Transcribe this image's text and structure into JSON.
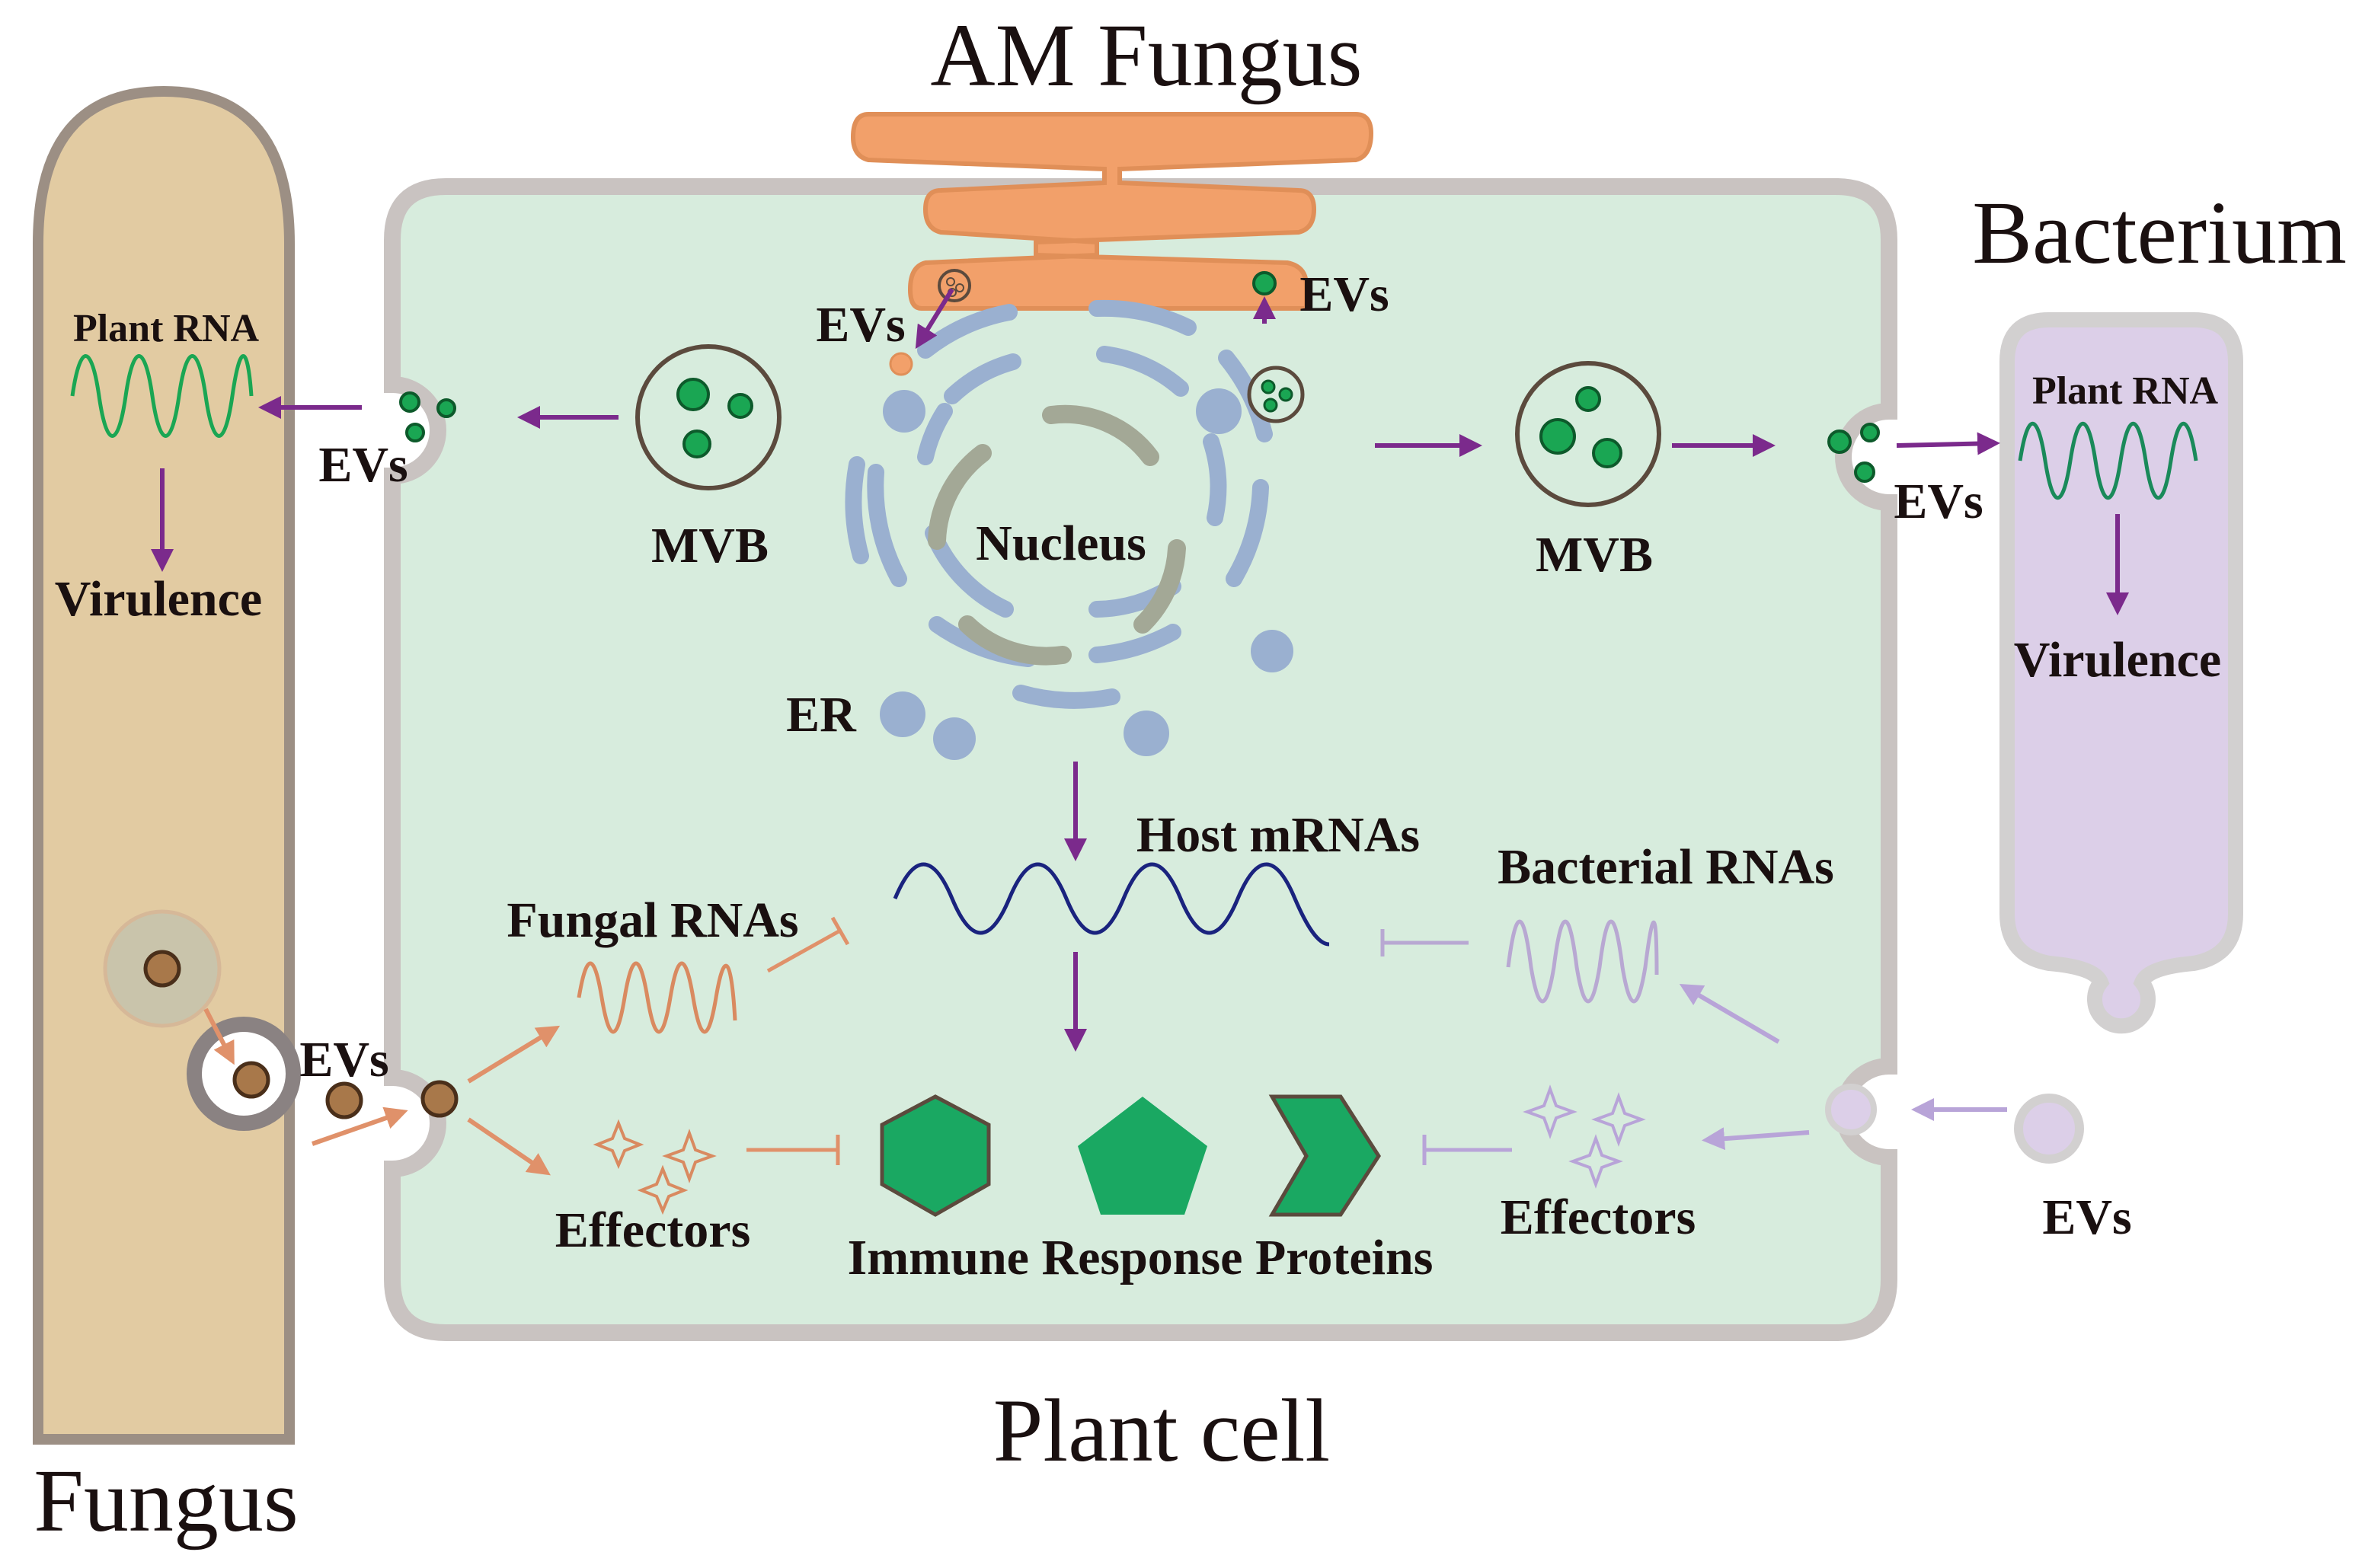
{
  "labels": {
    "am_fungus": "AM Fungus",
    "bacterium": "Bacterium",
    "fungus": "Fungus",
    "plant_cell": "Plant cell",
    "plant_rna_left": "Plant RNA",
    "plant_rna_right": "Plant RNA",
    "virulence_left": "Virulence",
    "virulence_right": "Virulence",
    "evs_left_top": "EVs",
    "evs_am_left": "EVs",
    "evs_am_right": "EVs",
    "evs_right_top": "EVs",
    "evs_left_bottom": "EVs",
    "evs_right_bottom": "EVs",
    "mvb_left": "MVB",
    "mvb_right": "MVB",
    "nucleus": "Nucleus",
    "er": "ER",
    "host_mrnas": "Host mRNAs",
    "fungal_rnas": "Fungal RNAs",
    "bacterial_rnas": "Bacterial RNAs",
    "effectors_left": "Effectors",
    "effectors_right": "Effectors",
    "immune_response_proteins": "Immune Response Proteins"
  },
  "colors": {
    "plant_cell_fill": "#d7ecdd",
    "cell_wall": "#c9c3c1",
    "fungus_fill": "#e2cba2",
    "fungus_border": "#9c8f84",
    "bacterium_fill": "#dccfe8",
    "bacterium_border": "#d2d0d0",
    "am_fungus_fill": "#f2a06a",
    "er_blue": "#9ab0d0",
    "chromatin": "#a3a896",
    "vesicle_green": "#1aa653",
    "protein_green": "#1aa862",
    "arrow_purple": "#7b2a8c",
    "host_mrna_navy": "#1a237e",
    "effector_orange": "#d98a60",
    "bacterial_lavender": "#b8a8d2",
    "fungal_vesicle_brown": "#a8784a"
  }
}
